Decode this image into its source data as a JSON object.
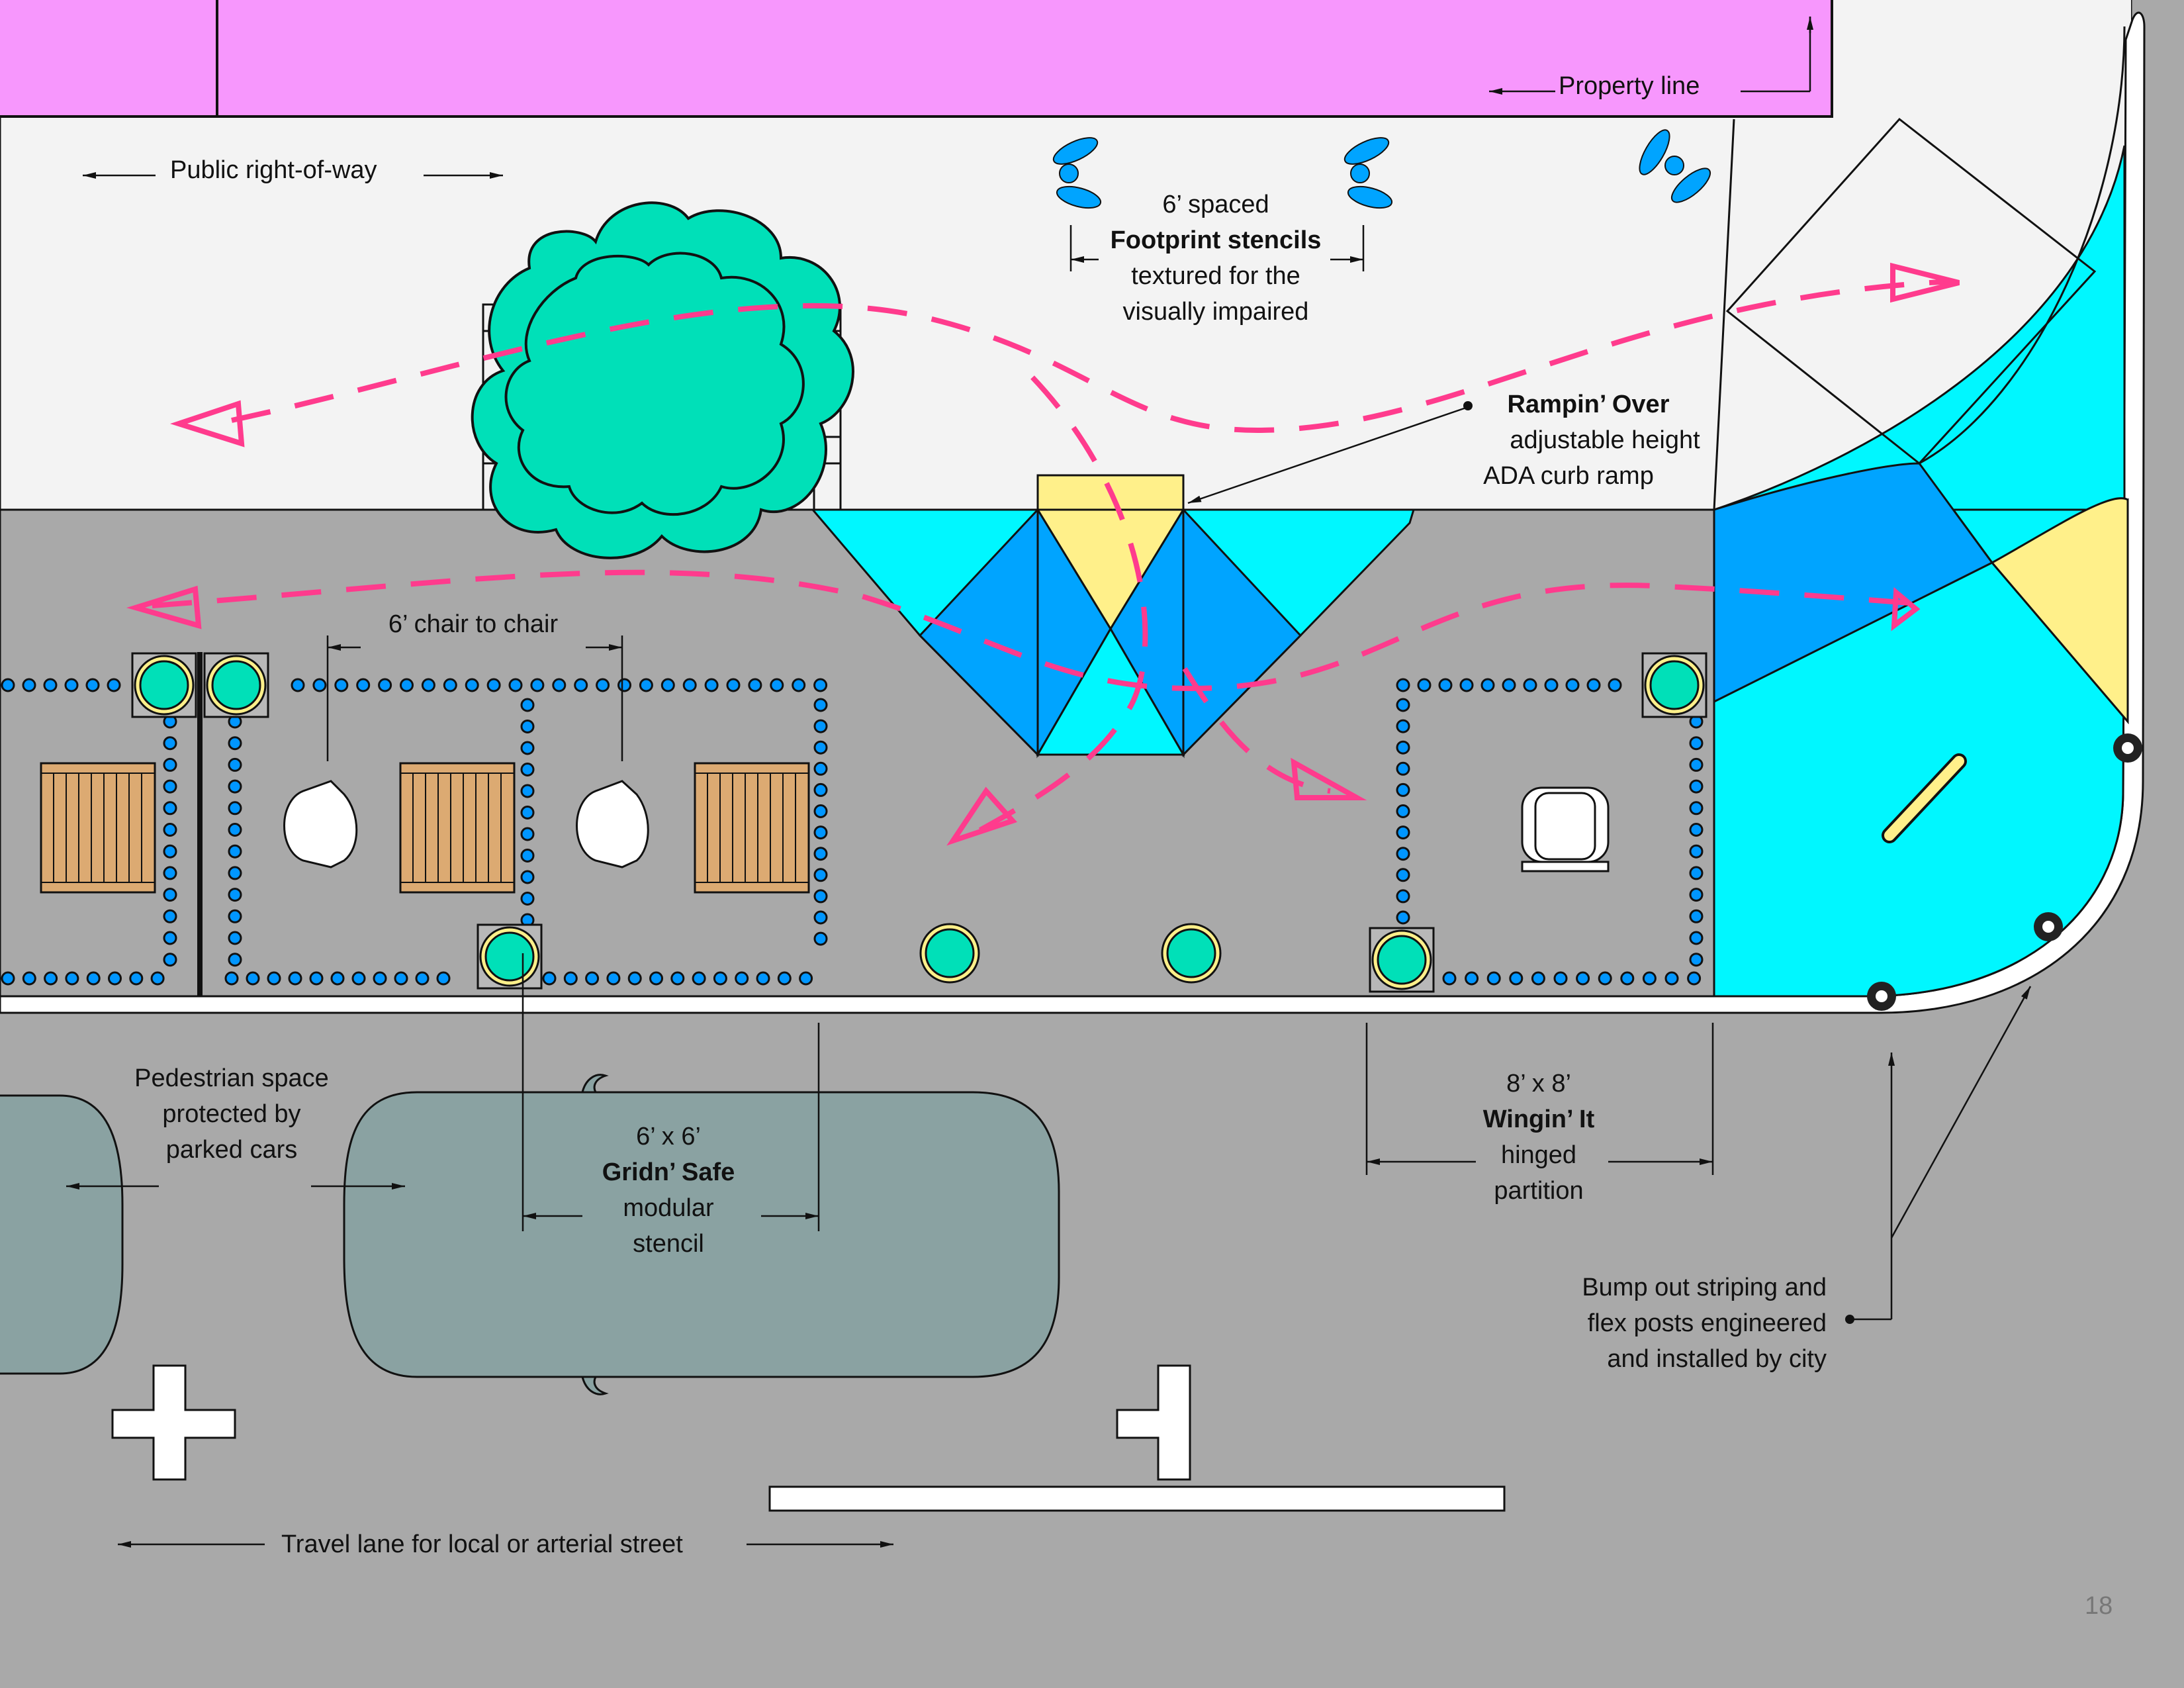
{
  "labels": {
    "property_line": "Property line",
    "public_row": "Public right-of-way",
    "footprint": {
      "line1": "6’ spaced",
      "line2": "Footprint stencils",
      "line3": "textured for the",
      "line4": "visually impaired"
    },
    "rampin": {
      "line1": "Rampin’ Over",
      "line2": "adjustable height",
      "line3": "ADA curb ramp"
    },
    "chair_spacing": "6’ chair to chair",
    "pedestrian": {
      "line1": "Pedestrian space",
      "line2": "protected by",
      "line3": "parked cars"
    },
    "gridn": {
      "line1": "6’ x 6’",
      "line2": "Gridn’ Safe",
      "line3": "modular",
      "line4": "stencil"
    },
    "wingin": {
      "line1": "8’ x 8’",
      "line2": "Wingin’ It",
      "line3": "hinged",
      "line4": "partition"
    },
    "bumpout": {
      "line1": "Bump out striping and",
      "line2": "flex posts engineered",
      "line3": "and installed by city"
    },
    "travel_lane": "Travel lane for local or arterial street"
  },
  "page_number": "18",
  "colors": {
    "building": "#f797fd",
    "sidewalk": "#f3f3f3",
    "street": "#a9a9a9",
    "tree": "#00e0b8",
    "cyan": "#00f7ff",
    "blue": "#00a4ff",
    "yellow": "#fff08a",
    "bench": "#dcaa72",
    "car": "#8aa2a2",
    "path": "#ff3b8d",
    "dot": "#0096ff"
  }
}
